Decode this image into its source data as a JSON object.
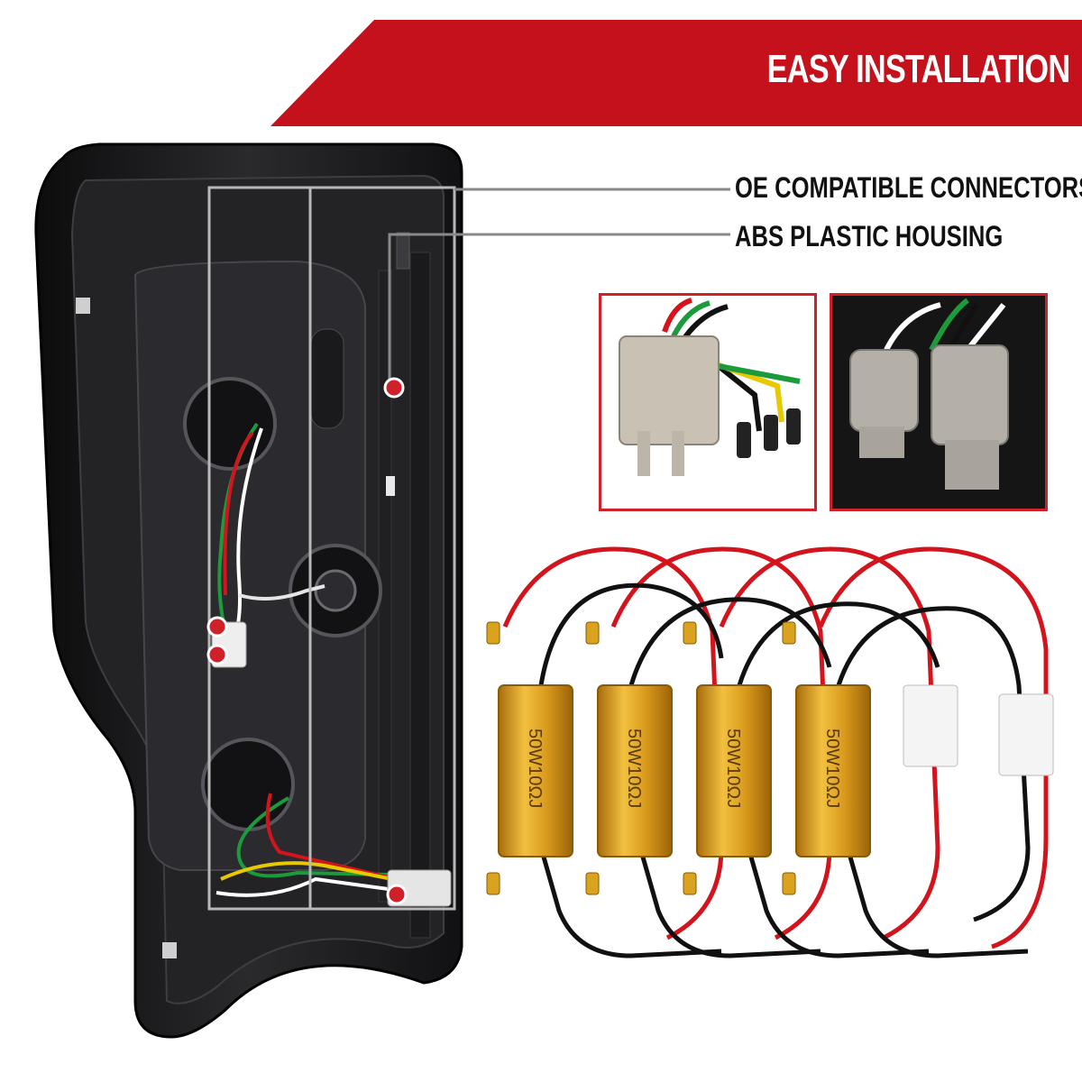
{
  "banner": {
    "title": "EASY INSTALLATION",
    "color": "#c4111b"
  },
  "callouts": [
    {
      "label": "OE COMPATIBLE CONNECTORS"
    },
    {
      "label": "ABS PLASTIC HOUSING"
    }
  ],
  "resistors": [
    {
      "marking": "50W10ΩJ"
    },
    {
      "marking": "50W10ΩJ"
    },
    {
      "marking": "50W10ΩJ"
    },
    {
      "marking": "50W10ΩJ"
    }
  ],
  "colors": {
    "accent_red": "#c4111b",
    "inset_border": "#d0202a",
    "housing": "#1c1c1e",
    "resistor_gold": "#d99a1c",
    "wire_red": "#d4141c",
    "wire_black": "#111111"
  }
}
